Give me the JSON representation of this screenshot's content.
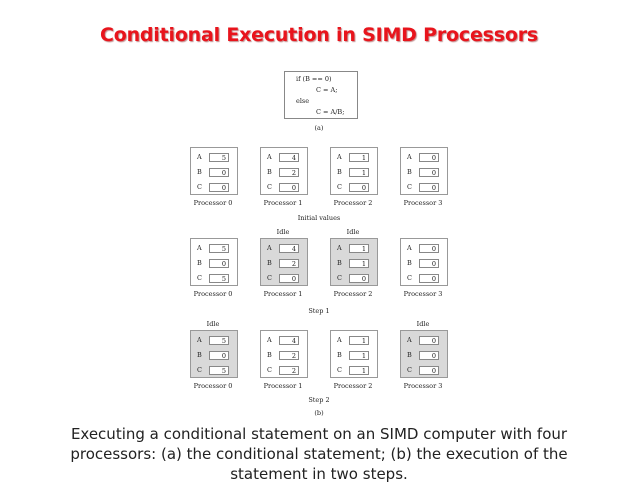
{
  "title": "Conditional Execution in SIMD Processors",
  "code": {
    "lines": [
      "if (B == 0)",
      "C = A;",
      "else",
      "C = A/B;"
    ],
    "label": "(a)"
  },
  "register_names": [
    "A",
    "B",
    "C"
  ],
  "processor_names": [
    "Processor 0",
    "Processor 1",
    "Processor 2",
    "Processor 3"
  ],
  "idle_text": "Idle",
  "stages": [
    {
      "label": "Initial values",
      "processors": [
        {
          "A": "5",
          "B": "0",
          "C": "0",
          "idle": false
        },
        {
          "A": "4",
          "B": "2",
          "C": "0",
          "idle": false
        },
        {
          "A": "1",
          "B": "1",
          "C": "0",
          "idle": false
        },
        {
          "A": "0",
          "B": "0",
          "C": "0",
          "idle": false
        }
      ]
    },
    {
      "label": "Step 1",
      "processors": [
        {
          "A": "5",
          "B": "0",
          "C": "5",
          "idle": false
        },
        {
          "A": "4",
          "B": "2",
          "C": "0",
          "idle": true
        },
        {
          "A": "1",
          "B": "1",
          "C": "0",
          "idle": true
        },
        {
          "A": "0",
          "B": "0",
          "C": "0",
          "idle": false
        }
      ]
    },
    {
      "label": "Step 2",
      "processors": [
        {
          "A": "5",
          "B": "0",
          "C": "5",
          "idle": true
        },
        {
          "A": "4",
          "B": "2",
          "C": "2",
          "idle": false
        },
        {
          "A": "1",
          "B": "1",
          "C": "1",
          "idle": false
        },
        {
          "A": "0",
          "B": "0",
          "C": "0",
          "idle": true
        }
      ]
    }
  ],
  "part_b_label": "(b)",
  "caption": "Executing a conditional statement on an SIMD computer with four processors: (a) the conditional statement; (b) the execution of the statement in two steps."
}
